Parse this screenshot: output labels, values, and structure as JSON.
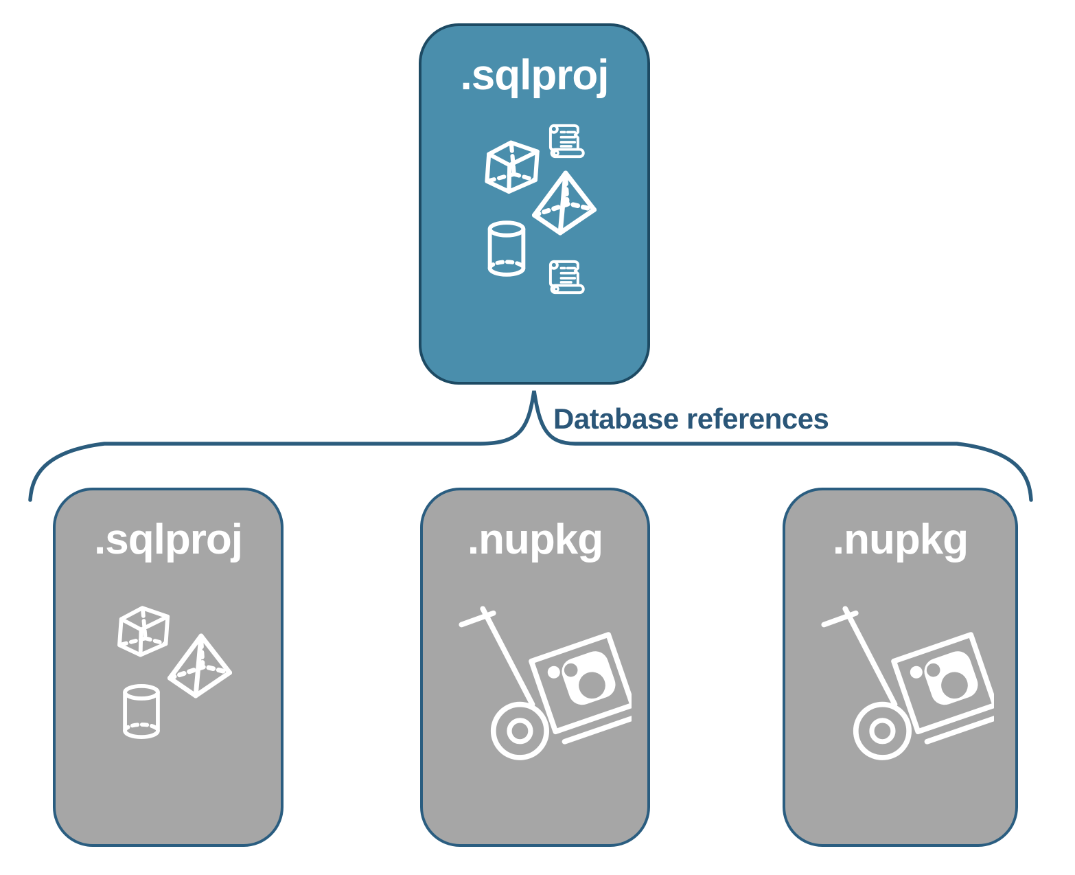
{
  "diagram": {
    "parent": {
      "label": ".sqlproj",
      "icons": [
        "cube-icon",
        "scroll-icon",
        "pyramid-icon",
        "cylinder-icon",
        "scroll-icon"
      ]
    },
    "connector": {
      "label": "Database references"
    },
    "children": [
      {
        "label": ".sqlproj",
        "icons": [
          "cube-icon",
          "pyramid-icon",
          "cylinder-icon"
        ]
      },
      {
        "label": ".nupkg",
        "icons": [
          "package-dolly-icon"
        ]
      },
      {
        "label": ".nupkg",
        "icons": [
          "package-dolly-icon"
        ]
      }
    ],
    "colors": {
      "parent_fill": "#4a8eac",
      "parent_border": "#1d4a63",
      "child_fill": "#a6a6a6",
      "child_border": "#2a5d80",
      "label_text": "#ffffff",
      "connector_stroke": "#2b5c7d",
      "connector_label": "#2a5678",
      "background": "#ffffff"
    }
  }
}
